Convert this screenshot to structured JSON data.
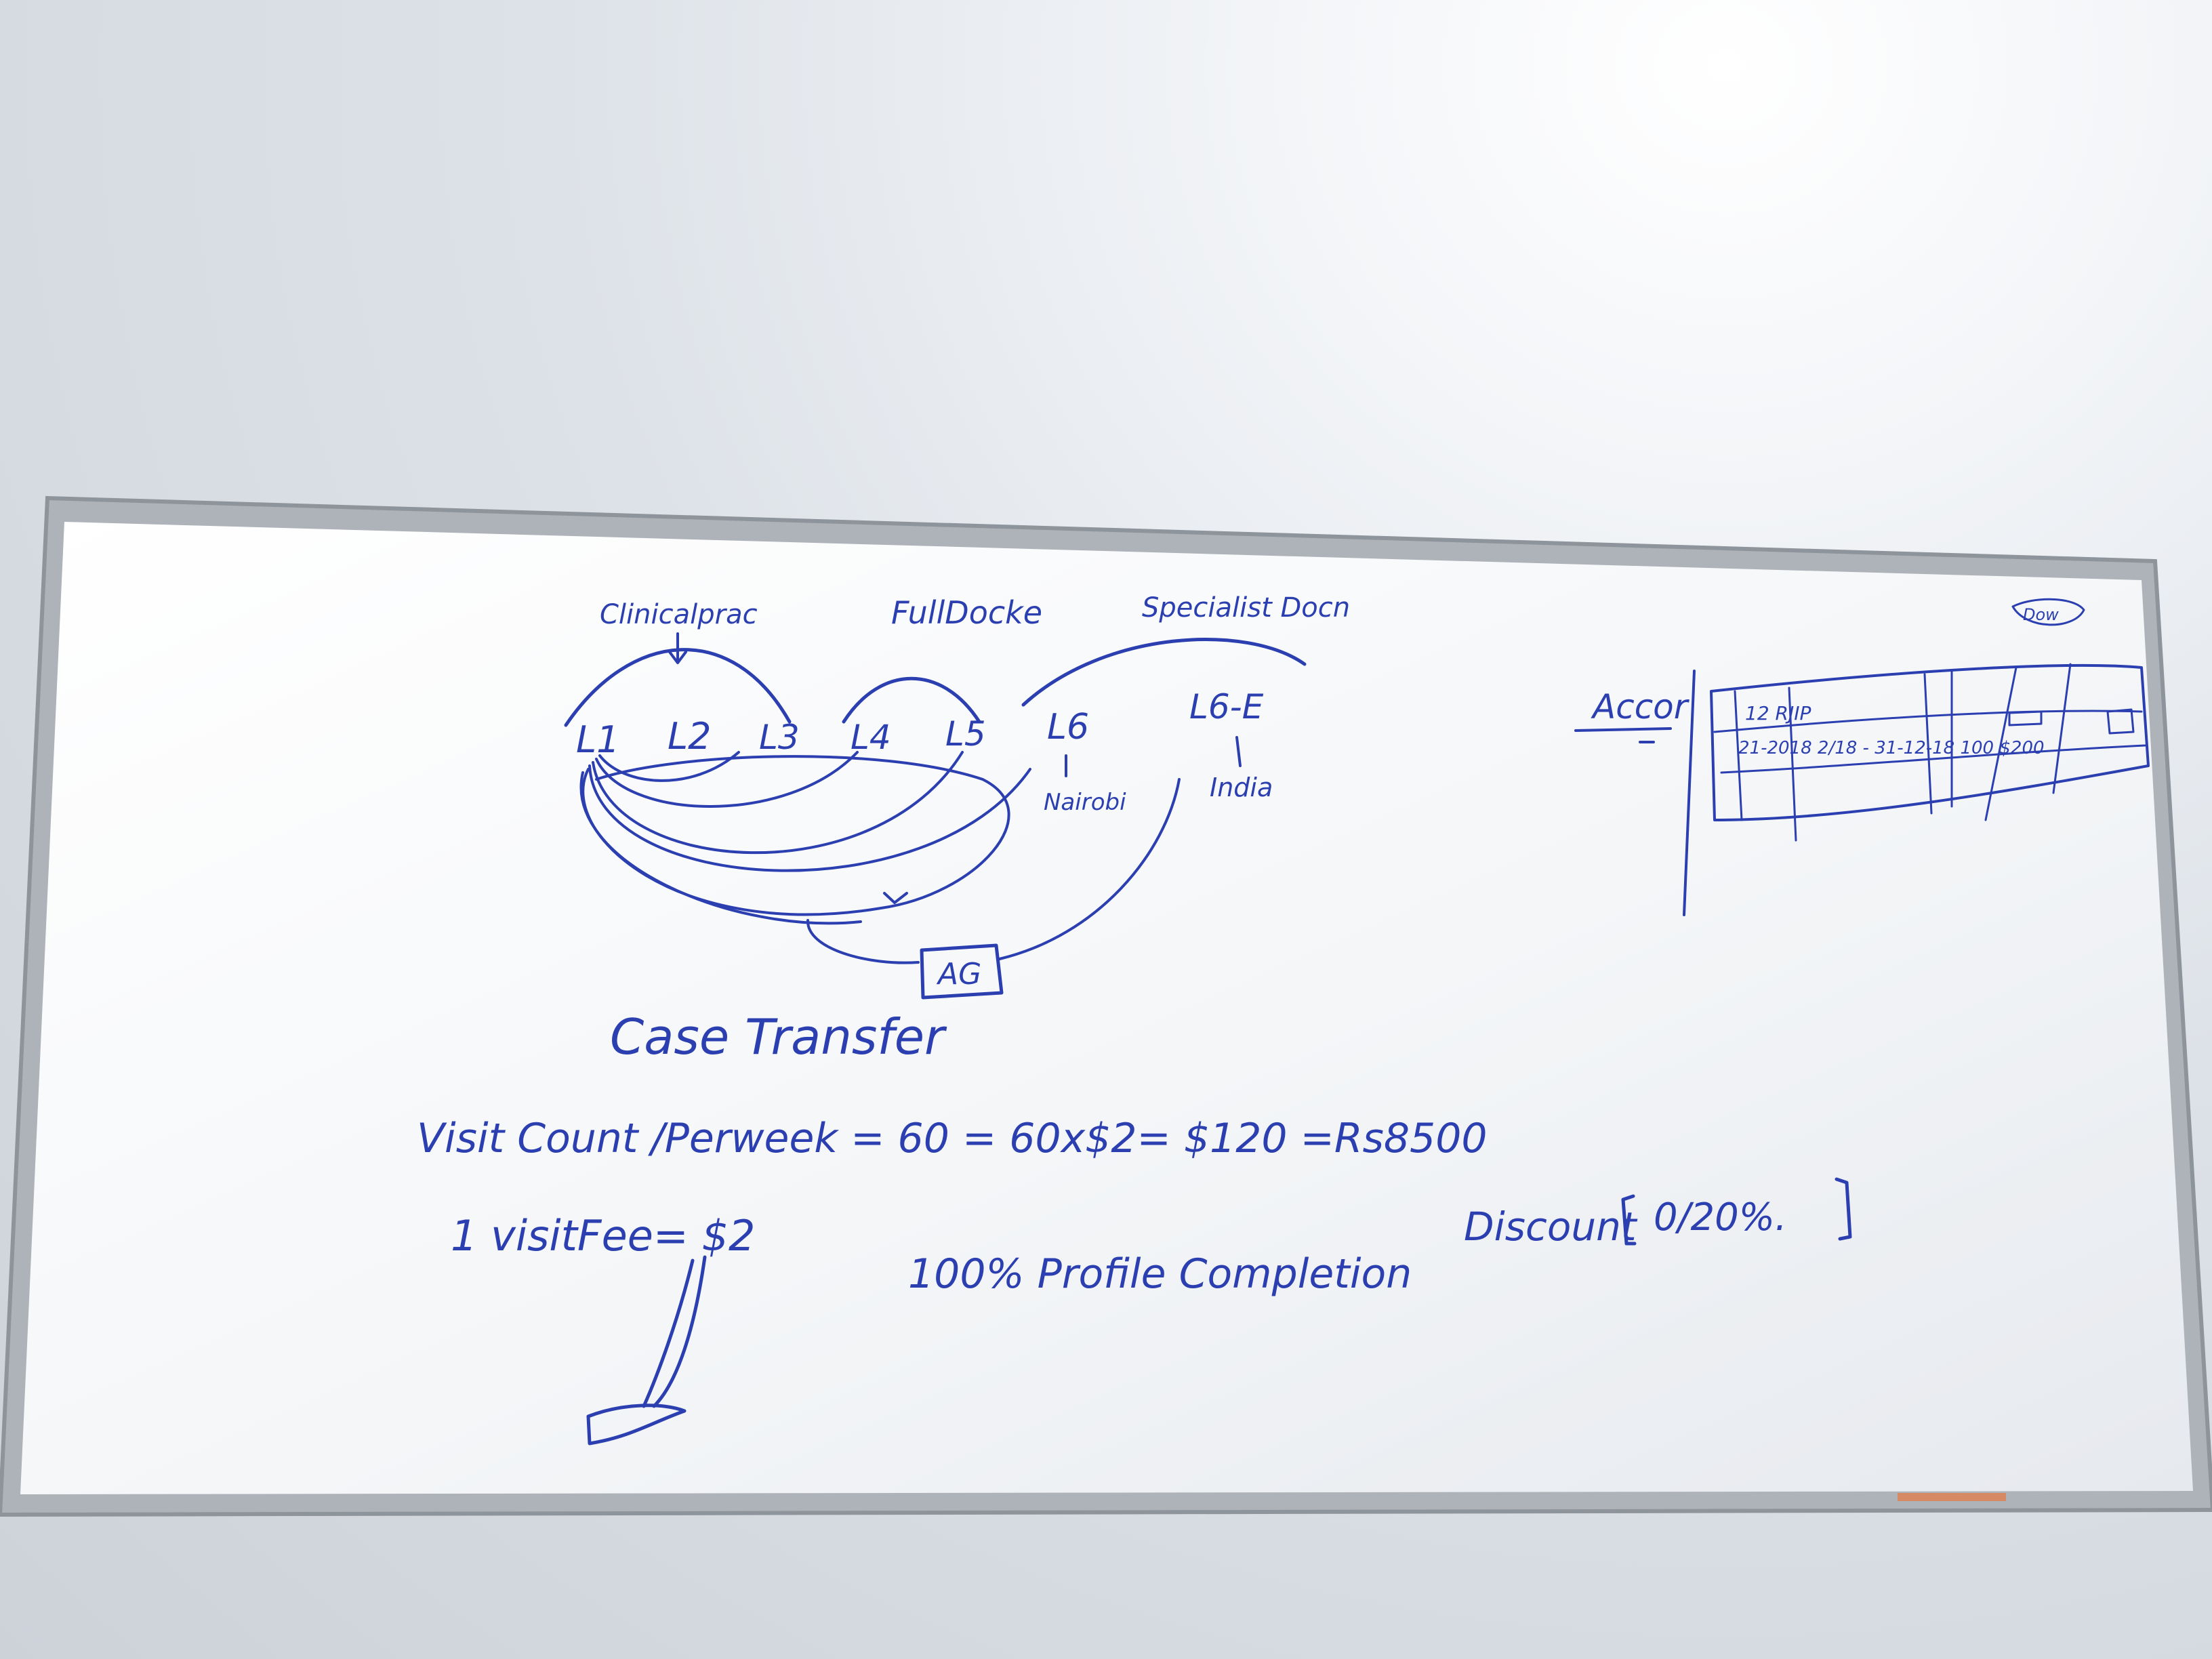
{
  "board": {
    "group_labels": {
      "clinical": "Clinicalprac",
      "full": "FullDocke",
      "specialist": "Specialist Docn"
    },
    "nodes": [
      "L1",
      "L2",
      "L3",
      "L4",
      "L5",
      "L6",
      "L6-E"
    ],
    "locations": {
      "l6": "Nairobi",
      "l6e": "India"
    },
    "ag_box": "AG",
    "case_transfer": "Case Transfer",
    "visit_formula": "Visit Count /Perweek = 60 = 60x$2= $120 =Rs8500",
    "visit_fee": "1 visitFee= $2",
    "profile_completion": "100% Profile Completion",
    "discount_label": "Discount",
    "discount_value": "0/20%.",
    "acc_label": "Accor",
    "corner_tag": "Dow",
    "table_rows": [
      "12   RJIP",
      "21-2018 2/18 - 31-12-18 100 $200"
    ]
  }
}
